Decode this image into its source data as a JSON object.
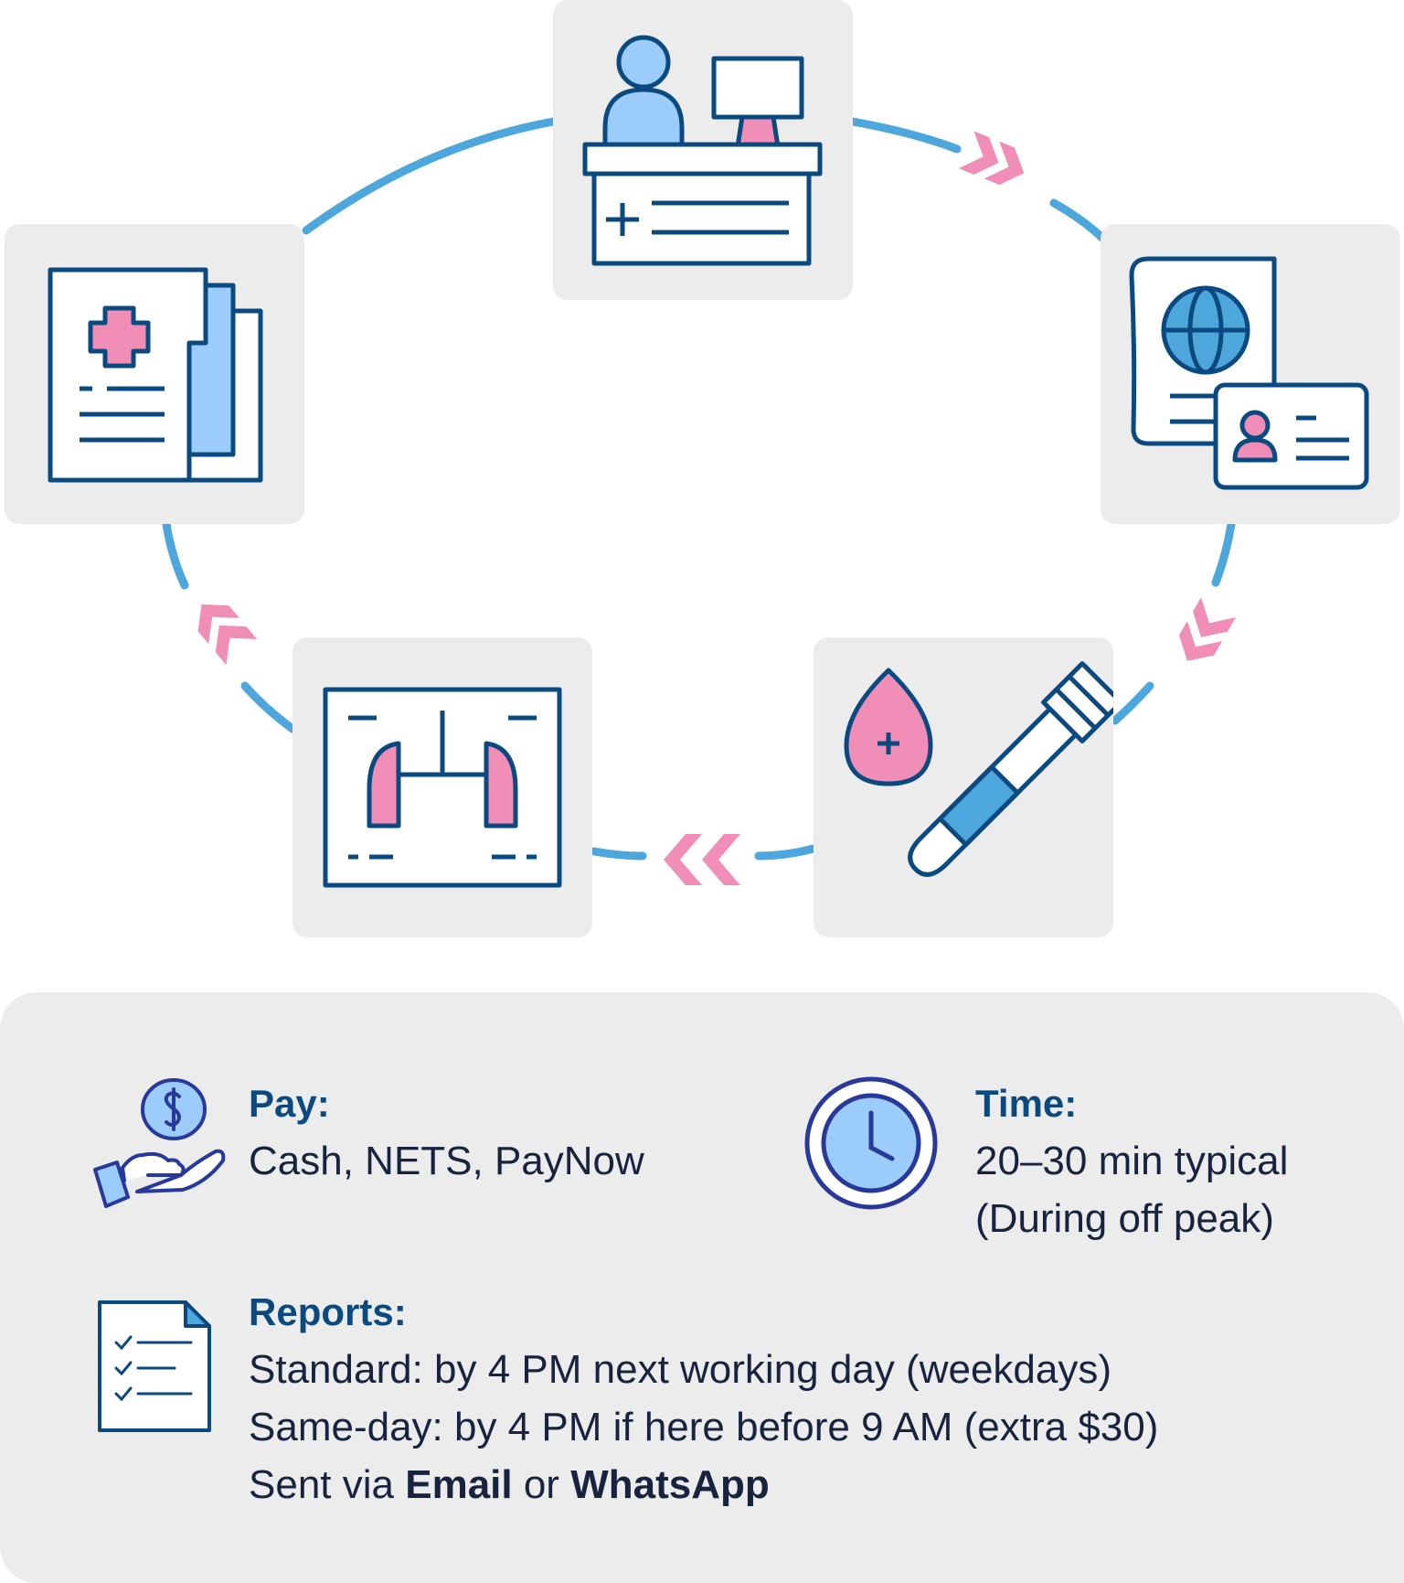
{
  "diagram": {
    "title": "Health screening process cycle",
    "steps": [
      {
        "id": "reception",
        "label": "Registration at reception counter",
        "icon": "reception-desk-icon"
      },
      {
        "id": "id",
        "label": "Identity verification (passport / ID card)",
        "icon": "passport-id-card-icon"
      },
      {
        "id": "blood",
        "label": "Blood test",
        "icon": "blood-test-tube-icon"
      },
      {
        "id": "xray",
        "label": "Chest X-ray",
        "icon": "chest-xray-icon"
      },
      {
        "id": "records",
        "label": "Medical report / records",
        "icon": "medical-records-icon"
      }
    ],
    "flow": [
      "reception",
      "id",
      "blood",
      "xray",
      "records",
      "reception"
    ],
    "colors": {
      "ring": "#4da6dc",
      "arrow": "#f08eb8",
      "icon_stroke": "#0b4a80",
      "icon_light_blue": "#9ccdfa",
      "icon_mid_blue": "#4da6dc",
      "icon_pink": "#f08eb8",
      "card_bg": "#ececec",
      "heading": "#0b4a80",
      "body_text": "#17233f"
    }
  },
  "info": {
    "pay": {
      "heading": "Pay:",
      "text": "Cash, NETS, PayNow",
      "icon": "hand-coin-dollar-icon"
    },
    "time": {
      "heading": "Time:",
      "line1": "20–30 min typical",
      "line2": "(During off peak)",
      "icon": "clock-icon"
    },
    "reports": {
      "heading": "Reports:",
      "standard": "Standard: by 4 PM next working day (weekdays)",
      "same_day": "Same-day: by 4 PM if here before 9 AM (extra $30)",
      "sent_prefix": "Sent via ",
      "channel1": "Email",
      "conj": " or ",
      "channel2": "WhatsApp",
      "icon": "checklist-document-icon"
    }
  }
}
